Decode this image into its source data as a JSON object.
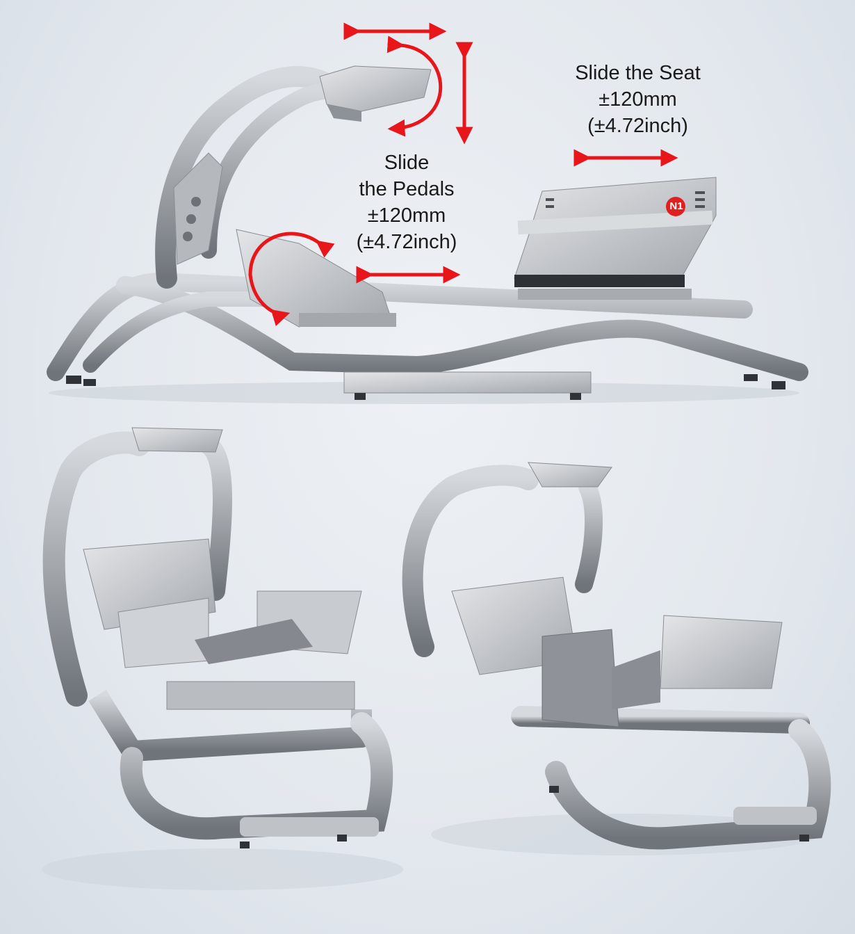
{
  "seat_label": {
    "line1": "Slide the Seat",
    "line2": "±120mm",
    "line3": "(±4.72inch)"
  },
  "pedal_label": {
    "line1": "Slide",
    "line2": "the Pedals",
    "line3": "±120mm",
    "line4": "(±4.72inch)"
  },
  "logo": {
    "text": "N1",
    "color": "#e02020"
  },
  "colors": {
    "arrow": "#e8161b",
    "frame": "#a9adb2",
    "frame_dark": "#7d8288",
    "plate": "#c9ccd0"
  }
}
